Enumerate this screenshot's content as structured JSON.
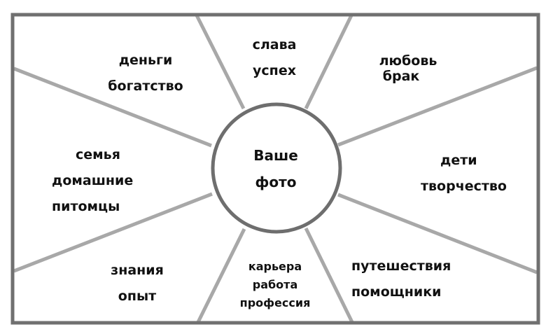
{
  "diagram": {
    "type": "wish-map / sector diagram",
    "colors": {
      "frame": "#707070",
      "spokes": "#a8a8a8",
      "circle": "#6e6e6e",
      "text": "#111111",
      "background": "#ffffff"
    },
    "center": {
      "lines": [
        "Ваше",
        "фото"
      ]
    },
    "sectors": [
      {
        "id": "money",
        "lines": [
          "деньги",
          "богатство"
        ]
      },
      {
        "id": "fame",
        "lines": [
          "слава",
          "успех"
        ]
      },
      {
        "id": "love",
        "lines": [
          "любовь",
          "брак"
        ]
      },
      {
        "id": "family",
        "lines": [
          "семья",
          "домашние",
          "питомцы"
        ]
      },
      {
        "id": "children",
        "lines": [
          "дети",
          "творчество"
        ]
      },
      {
        "id": "knowledge",
        "lines": [
          "знания",
          "опыт"
        ]
      },
      {
        "id": "career",
        "lines": [
          "карьера",
          "работа",
          "профессия"
        ]
      },
      {
        "id": "travel",
        "lines": [
          "путешествия",
          "помощники"
        ]
      }
    ]
  }
}
